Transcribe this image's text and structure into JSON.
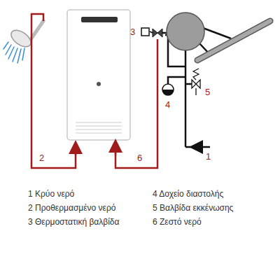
{
  "diagram": {
    "labels": [
      "3",
      "2",
      "6",
      "4",
      "5",
      "1",
      "1 Κρύο νερό",
      "2 Προθερμασμένο νερό",
      "3 Θερμοστατική βαλβίδα",
      "4 Δοχείο διαστολής",
      "5 Βαλβίδα εκκένωσης",
      "6 Ζεστό νερό"
    ]
  }
}
